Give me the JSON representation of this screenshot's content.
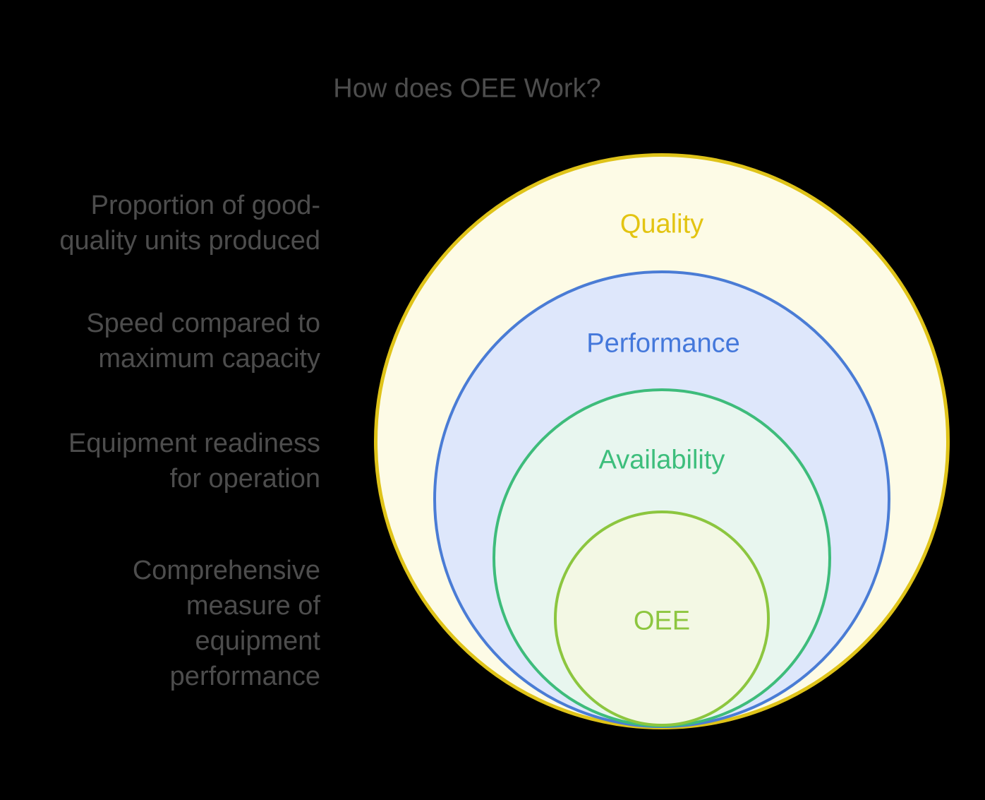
{
  "page": {
    "background_color": "#000000",
    "text_color": "#4D4D4D"
  },
  "title": {
    "text": "How does OEE Work?"
  },
  "descriptions": [
    {
      "id": "quality",
      "text": "Proportion of good-\nquality units produced"
    },
    {
      "id": "performance",
      "text": "Speed compared to\nmaximum capacity"
    },
    {
      "id": "availability",
      "text": "Equipment readiness\nfor operation"
    },
    {
      "id": "oee",
      "text": "Comprehensive\nmeasure of\nequipment\nperformance"
    }
  ],
  "venn": {
    "rings": [
      {
        "id": "quality",
        "label": "Quality",
        "stroke_color": "#DFC319",
        "fill_color": "#FDFBE6",
        "label_color": "#E3C412"
      },
      {
        "id": "performance",
        "label": "Performance",
        "stroke_color": "#4A7CD5",
        "fill_color": "#DEE7FB",
        "label_color": "#4478DB"
      },
      {
        "id": "availability",
        "label": "Availability",
        "stroke_color": "#3EBC7B",
        "fill_color": "#E8F6EF",
        "label_color": "#3DBE7C"
      },
      {
        "id": "oee",
        "label": "OEE",
        "stroke_color": "#8CC63F",
        "fill_color": "#F3F8E4",
        "label_color": "#8DC63F"
      }
    ]
  }
}
